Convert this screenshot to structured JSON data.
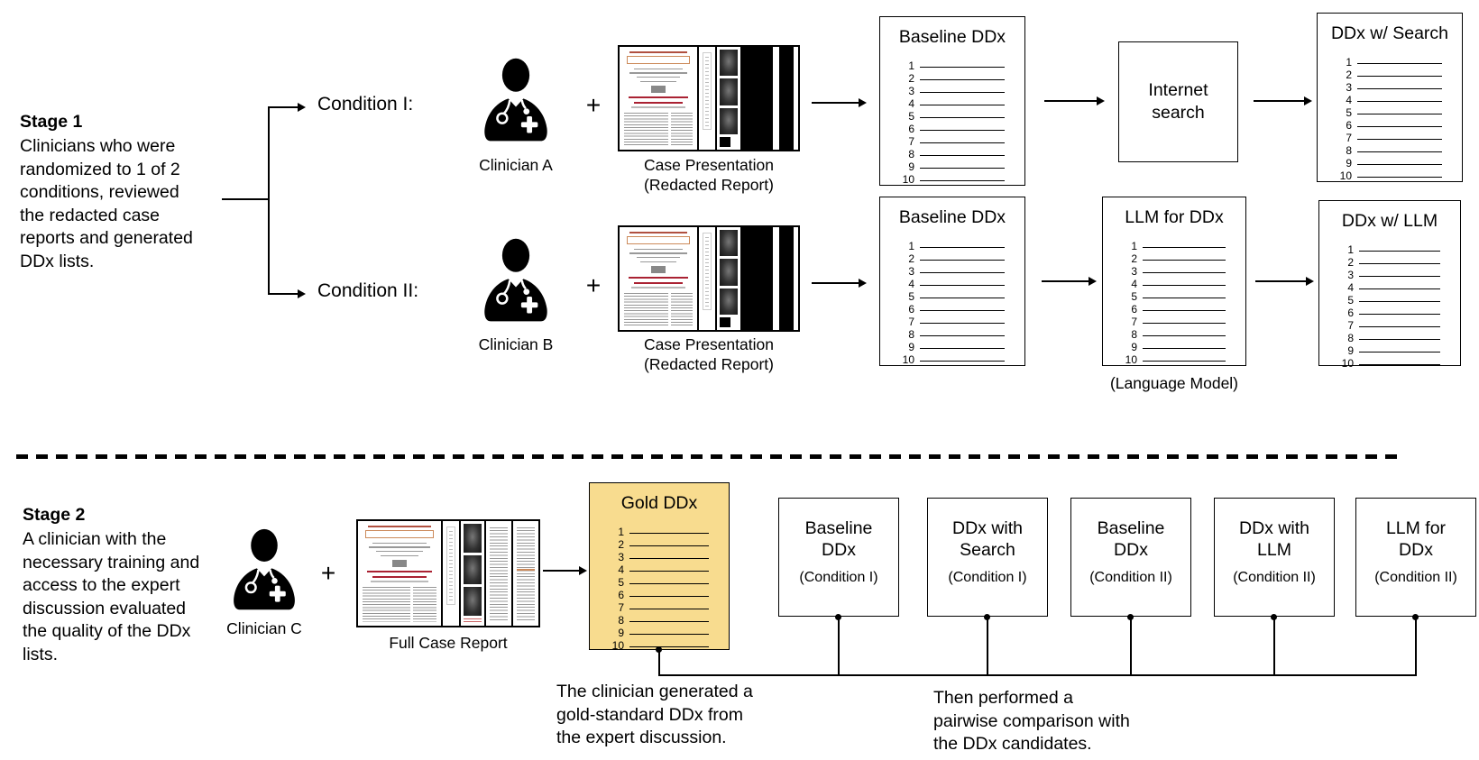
{
  "shared": {
    "list_numbers": [
      "1",
      "2",
      "3",
      "4",
      "5",
      "6",
      "7",
      "8",
      "9",
      "10"
    ]
  },
  "stage1": {
    "heading": "Stage 1",
    "body": "Clinicians who were\nrandomized to 1 of 2\nconditions, reviewed\nthe redacted case\nreports and generated\nDDx lists.",
    "condition1_label": "Condition I:",
    "condition2_label": "Condition II:",
    "clinician_a_label": "Clinician A",
    "clinician_b_label": "Clinician B",
    "plus": "+",
    "case_caption": "Case Presentation\n(Redacted Report)",
    "baseline_title_c1": "Baseline DDx",
    "baseline_title_c2": "Baseline DDx",
    "internet_search_label": "Internet\nsearch",
    "ddx_search_title": "DDx w/ Search",
    "llm_box_title": "LLM for DDx",
    "llm_caption": "(Language Model)",
    "ddx_llm_title": "DDx w/ LLM"
  },
  "stage2": {
    "heading": "Stage 2",
    "body": "A clinician with the\nnecessary training and\naccess to the expert\ndiscussion evaluated\nthe quality of the DDx\nlists.",
    "clinician_c_label": "Clinician C",
    "plus": "+",
    "full_report_caption": "Full Case Report",
    "gold_title": "Gold DDx",
    "gold_fill": "#F8DC8F",
    "candidates": [
      {
        "title": "Baseline\nDDx",
        "condition": "(Condition I)"
      },
      {
        "title": "DDx with\nSearch",
        "condition": "(Condition I)"
      },
      {
        "title": "Baseline\nDDx",
        "condition": "(Condition II)"
      },
      {
        "title": "DDx with\nLLM",
        "condition": "(Condition II)"
      },
      {
        "title": "LLM for\nDDx",
        "condition": "(Condition II)"
      }
    ],
    "note_gold": "The clinician generated a\ngold-standard DDx from\nthe expert discussion.",
    "note_pairwise": "Then performed a\npairwise comparison with\nthe DDx candidates."
  }
}
